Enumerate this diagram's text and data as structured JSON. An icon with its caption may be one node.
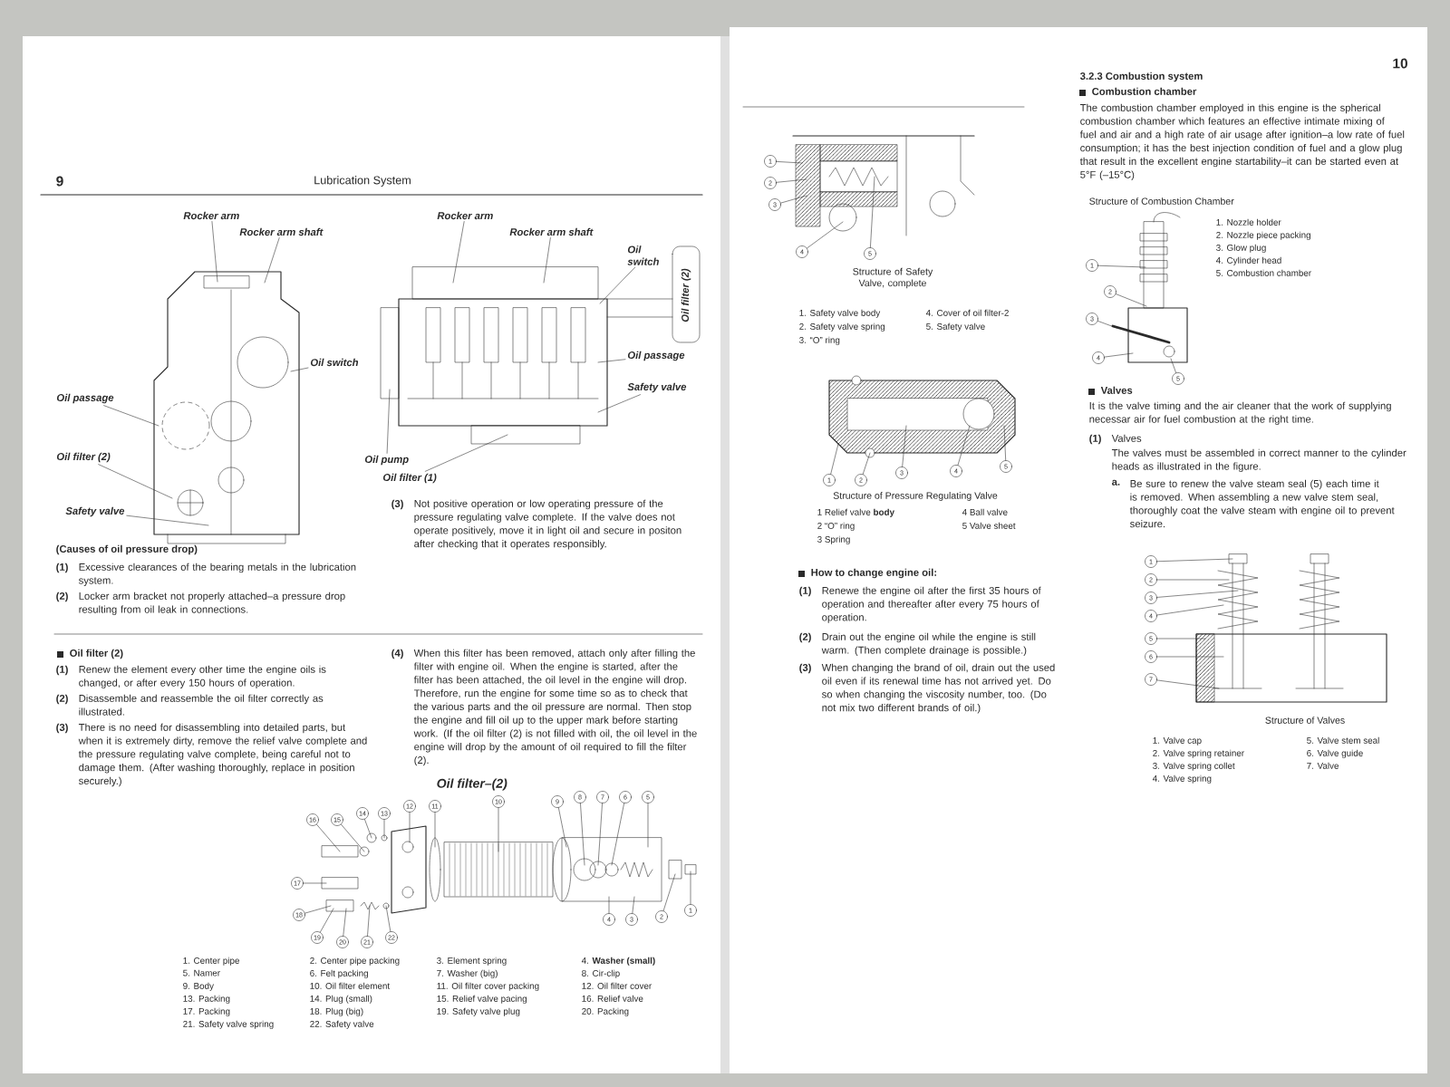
{
  "diagram": {
    "nodes": [
      {
        "text": [
          "Rocker arm"
        ]
      },
      {
        "text": [
          "Rocker arm shaft"
        ]
      },
      {
        "text": [
          "Oil switch"
        ]
      },
      {
        "text": [
          "Oil passage"
        ]
      },
      {
        "text": [
          "Oil filter (2)"
        ]
      },
      {
        "text": [
          "Safety valve"
        ]
      },
      {
        "text": [
          "Rocker arm"
        ]
      },
      {
        "text": [
          "Rocker arm shaft"
        ]
      },
      {
        "text": [
          "Oil switch"
        ]
      },
      {
        "text": [
          "Oil passage"
        ]
      },
      {
        "text": [
          "Safety valve"
        ]
      },
      {
        "text": [
          "Oil pump"
        ]
      },
      {
        "text": [
          "Oil filter (1)"
        ]
      },
      {
        "text": [
          "16"
        ]
      },
      {
        "text": [
          "15"
        ]
      },
      {
        "text": [
          "14"
        ]
      },
      {
        "text": [
          "13"
        ]
      },
      {
        "text": [
          "12"
        ]
      },
      {
        "text": [
          "11"
        ]
      },
      {
        "text": [
          "10"
        ]
      },
      {
        "text": [
          "9"
        ]
      },
      {
        "text": [
          "8"
        ]
      },
      {
        "text": [
          "7"
        ]
      },
      {
        "text": [
          "6"
        ]
      },
      {
        "text": [
          "5"
        ]
      },
      {
        "text": [
          "17"
        ]
      },
      {
        "text": [
          "18"
        ]
      },
      {
        "text": [
          "19"
        ]
      },
      {
        "text": [
          "20"
        ]
      },
      {
        "text": [
          "21"
        ]
      },
      {
        "text": [
          "22"
        ]
      },
      {
        "text": [
          "4"
        ]
      },
      {
        "text": [
          "3"
        ]
      },
      {
        "text": [
          "2"
        ]
      },
      {
        "text": [
          "1"
        ]
      },
      {
        "text": [
          "1"
        ]
      },
      {
        "text": [
          "2"
        ]
      },
      {
        "text": [
          "3"
        ]
      },
      {
        "text": [
          "4"
        ]
      },
      {
        "text": [
          "5"
        ]
      },
      {
        "text": [
          "1"
        ]
      },
      {
        "text": [
          "2"
        ]
      },
      {
        "text": [
          "3"
        ]
      },
      {
        "text": [
          "4"
        ]
      },
      {
        "text": [
          "5"
        ]
      },
      {
        "text": [
          "1"
        ]
      },
      {
        "text": [
          "2"
        ]
      },
      {
        "text": [
          "3"
        ]
      },
      {
        "text": [
          "4"
        ]
      },
      {
        "text": [
          "5"
        ]
      },
      {
        "text": [
          "1"
        ]
      },
      {
        "text": [
          "2"
        ]
      },
      {
        "text": [
          "3"
        ]
      },
      {
        "text": [
          "4"
        ]
      },
      {
        "text": [
          "5"
        ]
      },
      {
        "text": [
          "6"
        ]
      },
      {
        "text": [
          "7"
        ]
      },
      {
        "text": [],
        "shape": "picture"
      },
      {
        "text": [],
        "shape": "picture"
      },
      {
        "text": [],
        "shape": "picture"
      },
      {
        "text": [],
        "shape": "picture"
      },
      {
        "text": [],
        "shape": "picture"
      },
      {
        "text": [],
        "shape": "picture"
      },
      {
        "text": [],
        "shape": "picture"
      }
    ],
    "edges": [
      {
        "from": 0,
        "to": 57,
        "arrow": "none"
      },
      {
        "from": 1,
        "to": 57,
        "arrow": "none"
      },
      {
        "from": 2,
        "to": 57,
        "arrow": "none"
      },
      {
        "from": 3,
        "to": 57,
        "arrow": "none"
      },
      {
        "from": 4,
        "to": 57,
        "arrow": "none"
      },
      {
        "from": 5,
        "to": 57,
        "arrow": "none"
      },
      {
        "from": 6,
        "to": 58,
        "arrow": "none"
      },
      {
        "from": 7,
        "to": 58,
        "arrow": "none"
      },
      {
        "from": 8,
        "to": 58,
        "arrow": "none"
      },
      {
        "from": 9,
        "to": 58,
        "arrow": "none"
      },
      {
        "from": 10,
        "to": 58,
        "arrow": "none"
      },
      {
        "from": 11,
        "to": 58,
        "arrow": "none"
      },
      {
        "from": 12,
        "to": 58,
        "arrow": "none"
      },
      {
        "from": 13,
        "to": 59,
        "arrow": "none"
      },
      {
        "from": 14,
        "to": 59,
        "arrow": "none"
      },
      {
        "from": 15,
        "to": 59,
        "arrow": "none"
      },
      {
        "from": 16,
        "to": 59,
        "arrow": "none"
      },
      {
        "from": 17,
        "to": 59,
        "arrow": "none"
      },
      {
        "from": 18,
        "to": 59,
        "arrow": "none"
      },
      {
        "from": 19,
        "to": 59,
        "arrow": "none"
      },
      {
        "from": 20,
        "to": 59,
        "arrow": "none"
      },
      {
        "from": 21,
        "to": 59,
        "arrow": "none"
      },
      {
        "from": 22,
        "to": 59,
        "arrow": "none"
      },
      {
        "from": 23,
        "to": 59,
        "arrow": "none"
      },
      {
        "from": 24,
        "to": 59,
        "arrow": "none"
      },
      {
        "from": 25,
        "to": 59,
        "arrow": "none"
      },
      {
        "from": 26,
        "to": 59,
        "arrow": "none"
      },
      {
        "from": 27,
        "to": 59,
        "arrow": "none"
      },
      {
        "from": 28,
        "to": 59,
        "arrow": "none"
      },
      {
        "from": 29,
        "to": 59,
        "arrow": "none"
      },
      {
        "from": 30,
        "to": 59,
        "arrow": "none"
      },
      {
        "from": 31,
        "to": 59,
        "arrow": "none"
      },
      {
        "from": 32,
        "to": 59,
        "arrow": "none"
      },
      {
        "from": 33,
        "to": 59,
        "arrow": "none"
      },
      {
        "from": 34,
        "to": 59,
        "arrow": "none"
      },
      {
        "from": 35,
        "to": 60,
        "arrow": "none"
      },
      {
        "from": 36,
        "to": 60,
        "arrow": "none"
      },
      {
        "from": 37,
        "to": 60,
        "arrow": "none"
      },
      {
        "from": 38,
        "to": 60,
        "arrow": "none"
      },
      {
        "from": 39,
        "to": 60,
        "arrow": "none"
      },
      {
        "from": 40,
        "to": 61,
        "arrow": "none"
      },
      {
        "from": 41,
        "to": 61,
        "arrow": "none"
      },
      {
        "from": 42,
        "to": 61,
        "arrow": "none"
      },
      {
        "from": 43,
        "to": 61,
        "arrow": "none"
      },
      {
        "from": 44,
        "to": 61,
        "arrow": "none"
      },
      {
        "from": 45,
        "to": 62,
        "arrow": "none"
      },
      {
        "from": 46,
        "to": 62,
        "arrow": "none"
      },
      {
        "from": 47,
        "to": 62,
        "arrow": "none"
      },
      {
        "from": 48,
        "to": 62,
        "arrow": "none"
      },
      {
        "from": 49,
        "to": 62,
        "arrow": "none"
      },
      {
        "from": 50,
        "to": 63,
        "arrow": "none"
      },
      {
        "from": 51,
        "to": 63,
        "arrow": "none"
      },
      {
        "from": 52,
        "to": 63,
        "arrow": "none"
      },
      {
        "from": 53,
        "to": 63,
        "arrow": "none"
      },
      {
        "from": 54,
        "to": 63,
        "arrow": "none"
      },
      {
        "from": 55,
        "to": 63,
        "arrow": "none"
      },
      {
        "from": 56,
        "to": 63,
        "arrow": "none"
      }
    ],
    "labels": [
      "9",
      "Lubrication System",
      "Oil filter (2)",
      "(3)",
      "Not positive operation or low operating pressure of the pressure regulating valve complete. If the valve does not operate positively, move it in light oil and secure in positon after checking that it operates responsibly.",
      "(Causes of oil pressure drop)",
      "(1)",
      "Excessive clearances of the bearing metals in the lubrication system.",
      "(2)",
      "Locker arm bracket not properly attached–a pressure drop resulting from oil leak in connections.",
      "Oil filter (2)",
      "(1)",
      "Renew the element every other time the engine oils is changed, or after every 150 hours of operation.",
      "(2)",
      "Disassemble and reassemble the oil filter correctly as illustrated.",
      "(3)",
      "There is no need for disassembling into detailed parts, but when it is extremely dirty, remove the relief valve complete and the pressure regulating valve complete, being careful not to damage them. (After washing thoroughly, replace in position securely.)",
      "(4)",
      "When this filter has been removed, attach only after filling the filter with engine oil. When the engine is started, after the filter has been attached, the oil level in the engine will drop. Therefore, run the engine for some time so as to check that the various parts and the oil pressure are normal. Then stop the engine and fill oil up to the upper mark before starting work. (If the oil filter (2) is not filled with oil, the oil level in the engine will drop by the amount of oil required to fill the filter (2).",
      "Oil filter–(2)",
      "1. Center pipe",
      "5. Namer",
      "9. Body",
      "13. Packing",
      "17. Packing",
      "21. Safety valve spring",
      "2. Center pipe packing",
      "6. Felt packing",
      "10. Oil filter element",
      "14. Plug (small)",
      "18. Plug (big)",
      "22. Safety valve",
      "3. Element spring",
      "7. Washer (big)",
      "11. Oil filter cover packing",
      "15. Relief valve pacing",
      "19. Safety valve plug",
      "4. **Washer (small)**",
      "8. Cir-clip",
      "12. Oil filter cover",
      "16. Relief valve",
      "20. Packing",
      "10",
      "Structure of Safety Valve, complete",
      "1. Safety valve body",
      "2. Safety valve spring",
      "3. “O” ring",
      "4. Cover of oil filter-2",
      "5. Safety valve",
      "Structure of Pressure Regulating Valve",
      "1 Relief valve **body**",
      "2 “O” ring",
      "3 Spring",
      "4 Ball valve",
      "5 Valve sheet",
      "How to change engine oil:",
      "(1)",
      "Renewe the engine oil after the first 35 hours of operation and thereafter after every 75 hours of operation.",
      "(2)",
      "Drain out the engine oil while the engine is still warm. (Then complete drainage is possible.)",
      "(3)",
      "When changing the brand of oil, drain out the used oil even if its renewal time has not arrived yet. Do so when changing the viscosity number, too. (Do not mix two different brands of oil.)",
      "3.2.3 Combustion system",
      "Combustion chamber",
      "The combustion chamber employed in this engine is the spherical combustion chamber which features an effective intimate mixing of fuel and air and a high rate of air usage after ignition–a low rate of fuel consumption; it has the best injection condition of fuel and a glow plug that result in the excellent engine startability–it can be started even at 5°F (–15°C)",
      "Structure of Combustion Chamber",
      "1. Nozzle holder",
      "2. Nozzle piece packing",
      "3. Glow plug",
      "4. Cylinder head",
      "5. Combustion chamber",
      "Valves",
      "It is the valve timing and the air cleaner that the work of supplying necessar air for fuel combustion at the right time.",
      "(1)",
      "Valves",
      "The valves must be assembled in correct manner to the cylinder heads as illustrated in the figure.",
      "a.",
      "Be sure to renew the valve steam seal (5) each time it is removed. When assembling a new valve stem seal, thoroughly coat the valve steam with engine oil to prevent seizure.",
      "Structure of Valves",
      "1. Valve cap",
      "2. Valve spring retainer",
      "3. Valve spring collet",
      "4. Valve spring",
      "5. Valve stem seal",
      "6. Valve guide",
      "7. Valve"
    ]
  }
}
